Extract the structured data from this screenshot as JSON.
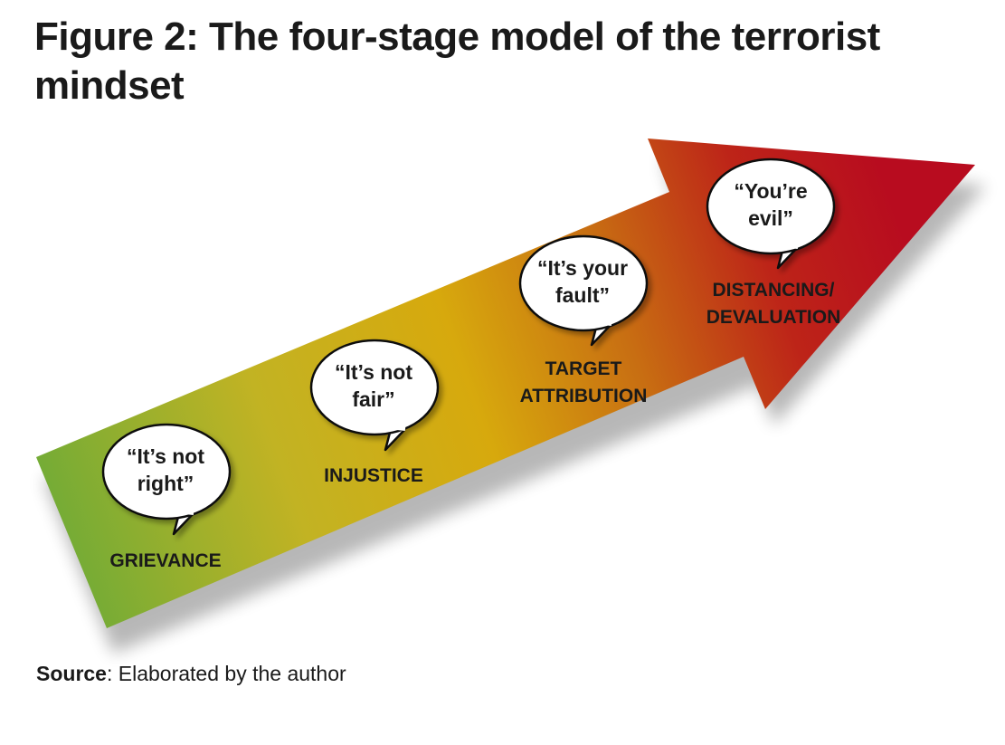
{
  "title": "Figure 2: The four-stage model of the terrorist mindset",
  "stages": [
    {
      "quote_line1": "“It’s not",
      "quote_line2": "right”",
      "label_line1": "GRIEVANCE",
      "label_line2": ""
    },
    {
      "quote_line1": "“It’s not",
      "quote_line2": "fair”",
      "label_line1": "INJUSTICE",
      "label_line2": ""
    },
    {
      "quote_line1": "“It’s your",
      "quote_line2": "fault”",
      "label_line1": "TARGET",
      "label_line2": "ATTRIBUTION"
    },
    {
      "quote_line1": "“You’re",
      "quote_line2": "evil”",
      "label_line1": "DISTANCING/",
      "label_line2": "DEVALUATION"
    }
  ],
  "source": {
    "label": "Source",
    "text": ": Elaborated by the author"
  },
  "colors": {
    "arrow_start": "#6bab38",
    "arrow_mid": "#d7a90d",
    "arrow_end": "#b80c1f",
    "text": "#1a1a1a"
  }
}
